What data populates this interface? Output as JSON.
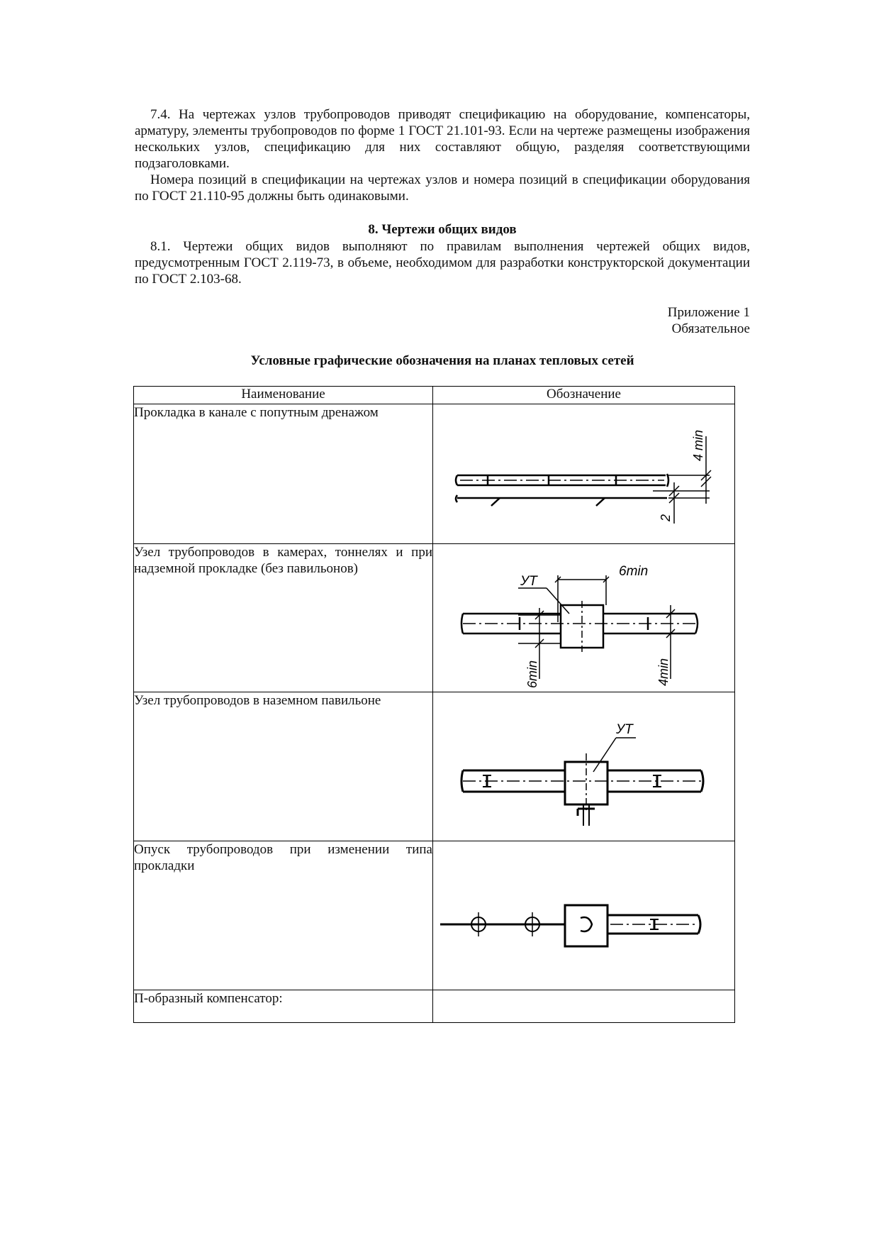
{
  "section7": {
    "p1": "7.4. На чертежах узлов трубопроводов приводят спецификацию на оборудование, компенсаторы, арматуру, элементы трубопроводов по форме 1 ГОСТ 21.101-93. Если на чертеже размещены изображения нескольких узлов, спецификацию для них составляют общую, разделяя соответствующими подзаголовками.",
    "p2": "Номера позиций в спецификации на чертежах узлов и номера позиций в спецификации оборудования по ГОСТ 21.110-95 должны быть одинаковыми."
  },
  "section8": {
    "title": "8. Чертежи общих видов",
    "p1": "8.1. Чертежи общих видов выполняют по правилам выполнения чертежей общих видов, предусмотренным ГОСТ 2.119-73, в объеме, необходимом для разработки конструкторской документации по ГОСТ 2.103-68."
  },
  "appendix": {
    "line1": "Приложение 1",
    "line2": "Обязательное"
  },
  "table_title": "Условные графические обозначения на планах тепловых сетей",
  "table": {
    "headers": [
      "Наименование",
      "Обозначение"
    ],
    "rows": [
      {
        "name": "Прокладка в канале с попутным дренажом",
        "labels": [
          "4 min",
          "2"
        ]
      },
      {
        "name": "Узел трубопроводов в камерах, тоннелях и при надземной прокладке (без павильонов)",
        "labels": [
          "УТ",
          "6min",
          "6min",
          "4min"
        ]
      },
      {
        "name": "Узел трубопроводов в наземном павильоне",
        "labels": [
          "УТ"
        ]
      },
      {
        "name": "Опуск трубопроводов при изменении типа прокладки",
        "labels": []
      },
      {
        "name": "П-образный компенсатор:",
        "labels": []
      }
    ]
  }
}
